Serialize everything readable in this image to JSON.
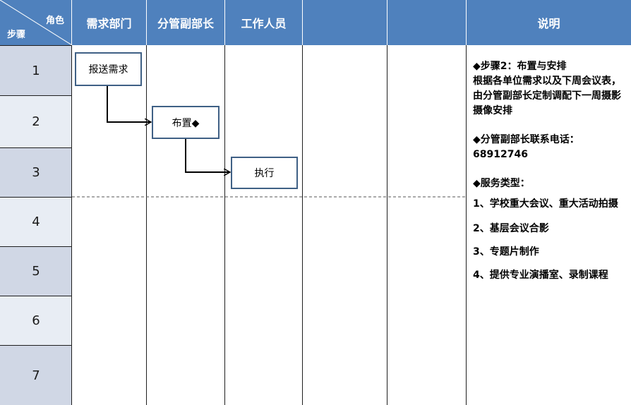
{
  "header": {
    "corner_role": "角色",
    "corner_step": "步骤",
    "columns": [
      "需求部门",
      "分管副部长",
      "工作人员",
      "",
      "",
      "说明"
    ]
  },
  "steps": [
    "1",
    "2",
    "3",
    "4",
    "5",
    "6",
    "7"
  ],
  "flow_nodes": [
    {
      "id": "n1",
      "label": "报送需求",
      "lane": "需求部门",
      "step": "1"
    },
    {
      "id": "n2",
      "label": "布置◆",
      "lane": "分管副部长",
      "step": "2"
    },
    {
      "id": "n3",
      "label": "执行",
      "lane": "工作人员",
      "step": "3"
    }
  ],
  "flow_edges": [
    {
      "from": "n1",
      "to": "n2"
    },
    {
      "from": "n2",
      "to": "n3"
    }
  ],
  "description": {
    "step_title": "◆步骤2：布置与安排",
    "step_text": "根据各单位需求以及下周会议表，由分管副部长定制调配下一周摄影摄像安排",
    "contact_label": "◆分管副部长联系电话：",
    "contact_phone": "68912746",
    "services_title": "◆服务类型：",
    "services": [
      "1、学校重大会议、重大活动拍摄",
      "2、基层会议合影",
      "3、专题片制作",
      "4、提供专业演播室、录制课程"
    ]
  },
  "colors": {
    "header_bg": "#4F81BD",
    "step_dark": "#D0D7E5",
    "step_light": "#E8EDF4",
    "box_border": "#3F6085"
  }
}
